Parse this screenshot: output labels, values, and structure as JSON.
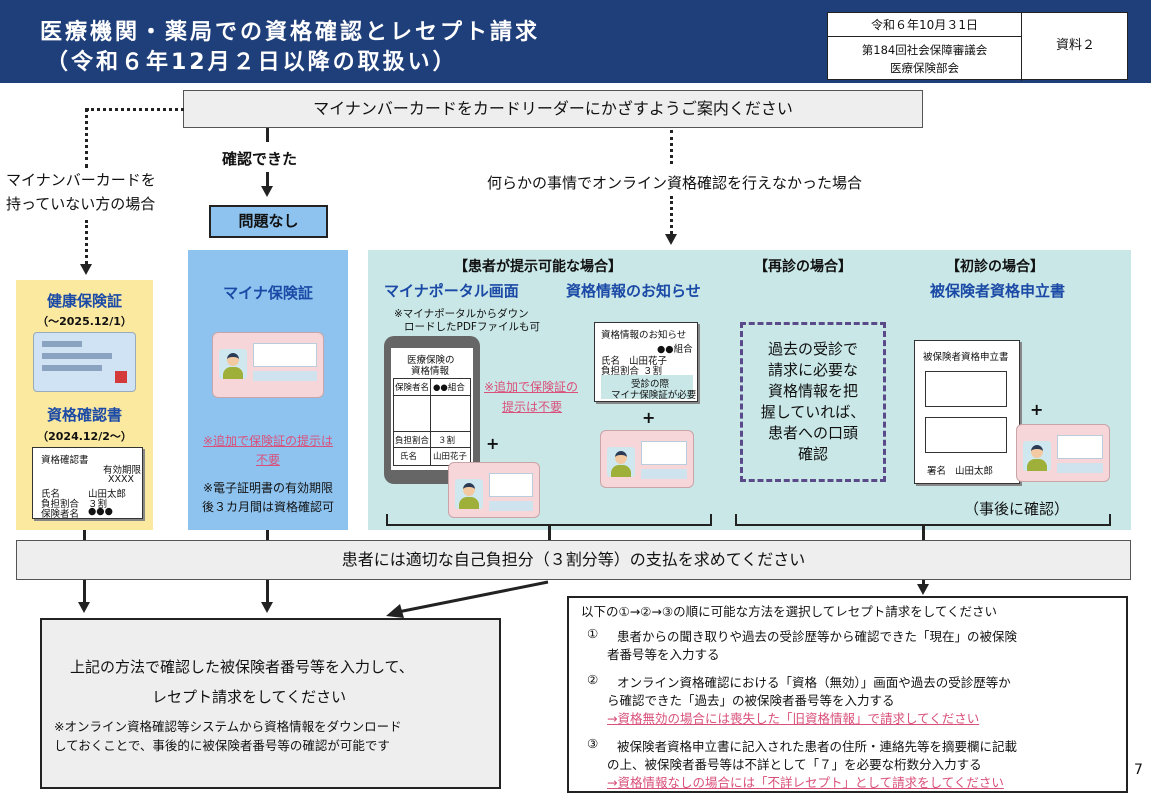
{
  "header": {
    "title_line1": "医療機関・薬局での資格確認とレセプト請求",
    "title_line2": "（令和６年12月２日以降の取扱い）",
    "date": "令和６年10月３1日",
    "council_line1": "第184回社会保障審議会",
    "council_line2": "医療保険部会",
    "doc_label": "資料２"
  },
  "top_instruction": "マイナンバーカードをカードリーダーにかざすようご案内ください",
  "flow": {
    "no_card_line1": "マイナンバーカードを",
    "no_card_line2": "持っていない方の場合",
    "confirmed": "確認できた",
    "no_problem": "問題なし",
    "failed_case": "何らかの事情でオンライン資格確認を行えなかった場合"
  },
  "insurance_panel": {
    "kenko_title": "健康保険証",
    "kenko_period": "（～2025.12/1）",
    "shikaku_title": "資格確認書",
    "shikaku_period": "（2024.12/2～）",
    "shikaku_doc": {
      "title": "資格確認書",
      "expiry": "有効期限",
      "expiry_val": "XXXX",
      "name_label": "氏名",
      "name_val": "山田太郎",
      "ratio_label": "負担割合",
      "ratio_val": "３割",
      "insured_label": "保険者名",
      "insured_val": "●●●"
    }
  },
  "myna_panel": {
    "title": "マイナ保険証",
    "note_red_line1": "※追加で保険証の提示は",
    "note_red_line2": "不要",
    "note_line1": "※電子証明書の有効期限",
    "note_line2": "後３カ月間は資格確認可"
  },
  "patient_panel": {
    "header": "【患者が提示可能な場合】",
    "portal_title": "マイナポータル画面",
    "portal_note_line1": "※マイナポータルからダウン",
    "portal_note_line2": "ロードしたPDFファイルも可",
    "phone_title_line1": "医療保険の",
    "phone_title_line2": "資格情報",
    "phone_insurer_label": "保険者名",
    "phone_insurer_val": "●●組合",
    "phone_ratio_label": "負担割合",
    "phone_ratio_val": "３割",
    "phone_name_label": "氏名",
    "phone_name_val": "山田花子",
    "red_note_line1": "※追加で保険証の",
    "red_note_line2": "提示は不要",
    "notice_title": "資格情報のお知らせ",
    "notice_doc_title": "資格情報のお知らせ",
    "notice_insurer": "●●組合",
    "notice_name_label": "氏名",
    "notice_name_val": "山田花子",
    "notice_ratio_label": "負担割合",
    "notice_ratio_val": "３割",
    "notice_hint_line1": "受診の際",
    "notice_hint_line2": "マイナ保険証が必要",
    "plus": "+"
  },
  "revisit_panel": {
    "header": "【再診の場合】",
    "line1": "過去の受診で",
    "line2": "請求に必要な",
    "line3": "資格情報を把",
    "line4": "握していれば、",
    "line5": "患者への口頭",
    "line6": "確認"
  },
  "first_panel": {
    "header": "【初診の場合】",
    "title": "被保険者資格申立書",
    "form_title": "被保険者資格申立書",
    "sign_label": "署名",
    "sign_val": "山田太郎",
    "after_check": "（事後に確認）",
    "plus": "+"
  },
  "payment_bar": "患者には適切な自己負担分（３割分等）の支払を求めてください",
  "bottom_left": {
    "line1": "上記の方法で確認した被保険者番号等を入力して、",
    "line2": "レセプト請求をしてください",
    "note1": "※オンライン資格確認等システムから資格情報をダウンロード",
    "note2": "しておくことで、事後的に被保険者番号等の確認が可能です"
  },
  "bottom_right": {
    "intro": "以下の①→②→③の順に可能な方法を選択してレセプト請求をしてください",
    "item1_num": "①",
    "item1_line1": "患者からの聞き取りや過去の受診歴等から確認できた「現在」の被保険",
    "item1_line2": "者番号等を入力する",
    "item2_num": "②",
    "item2_line1": "オンライン資格確認における「資格（無効）」画面や過去の受診歴等か",
    "item2_line2": "ら確認できた「過去」の被保険者番号等を入力する",
    "item2_red": "→資格無効の場合には喪失した「旧資格情報」で請求してください",
    "item3_num": "③",
    "item3_line1": "被保険者資格申立書に記入された患者の住所・連絡先等を摘要欄に記載",
    "item3_line2": "の上、被保険者番号等は不詳として「７」を必要な桁数分入力する",
    "item3_red": "→資格情報なしの場合には「不詳レセプト」として請求をしてください"
  },
  "page_number": "7",
  "colors": {
    "header_bg": "#1f3f7a",
    "yellow_panel": "#fbe9a0",
    "blue_panel": "#8ec3ef",
    "teal_panel": "#c9e7e7",
    "title_blue": "#1b4aa6",
    "red_note": "#d9507a",
    "revisit_border": "#5a4a8a"
  }
}
